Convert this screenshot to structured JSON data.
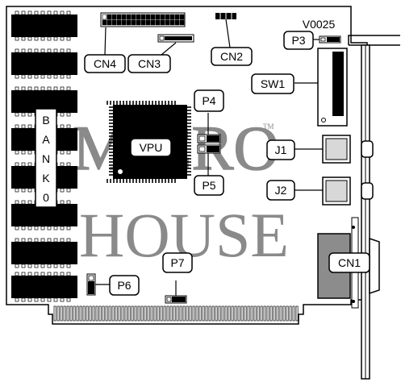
{
  "version_code": "V0025",
  "watermark": {
    "line1": "MICRO",
    "line2": "HOUSE",
    "mark": "TM"
  },
  "labels": {
    "cn4": "CN4",
    "cn3": "CN3",
    "cn2": "CN2",
    "p3": "P3",
    "sw1": "SW1",
    "p4": "P4",
    "vpu": "VPU",
    "p5": "P5",
    "j1": "J1",
    "j2": "J2",
    "cn1": "CN1",
    "p7": "P7",
    "p6": "P6"
  },
  "bank_label": {
    "letters": [
      "B",
      "A",
      "N",
      "K",
      "0"
    ]
  },
  "colors": {
    "outline": "#000000",
    "watermark": "#8a8a8a",
    "connector_fill": "#8c8c8c"
  }
}
